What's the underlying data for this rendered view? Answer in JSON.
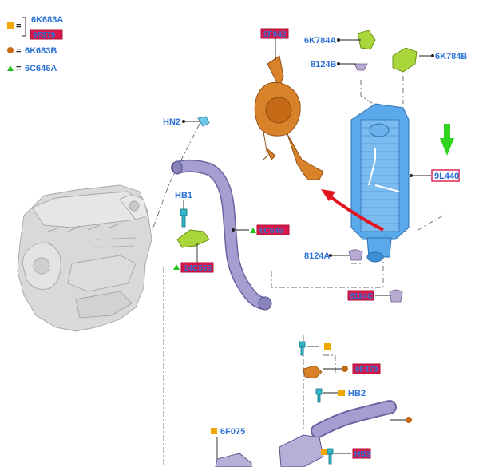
{
  "colors": {
    "label_blue": "#2b72d7",
    "highlight_red": "#d7194a",
    "marker_square": "#f2a600",
    "marker_circle": "#c36a12",
    "marker_triangle": "#21c21d",
    "intercooler": "#5aa9ea",
    "pipe": "#9d97c9",
    "bracket_orange": "#d8822a",
    "clip_green": "#a9d63a",
    "arrow_red": "#e3131f",
    "arrow_green": "#2fd41d",
    "engine_grey": "#d9d9d9"
  },
  "legend": {
    "eq": "=",
    "square_code": "6K683A",
    "square_code_hl": "9F379",
    "circle_code": "6K683B",
    "triangle_code": "6C646A"
  },
  "labels": {
    "l_9f942": "9F942",
    "l_6k784a": "6K784A",
    "l_8124b": "8124B",
    "l_6k784b": "6K784B",
    "l_hn2": "HN2",
    "l_9l440": "9L440",
    "l_hb1": "HB1",
    "l_6c646": "6C646",
    "l_ua_left": "14C555",
    "l_8124a": "8124A",
    "l_8124c": "8124C",
    "l_9f479": "9F479",
    "l_hb2": "HB2",
    "l_6f075": "6F075",
    "l_hb3": "HB3"
  }
}
